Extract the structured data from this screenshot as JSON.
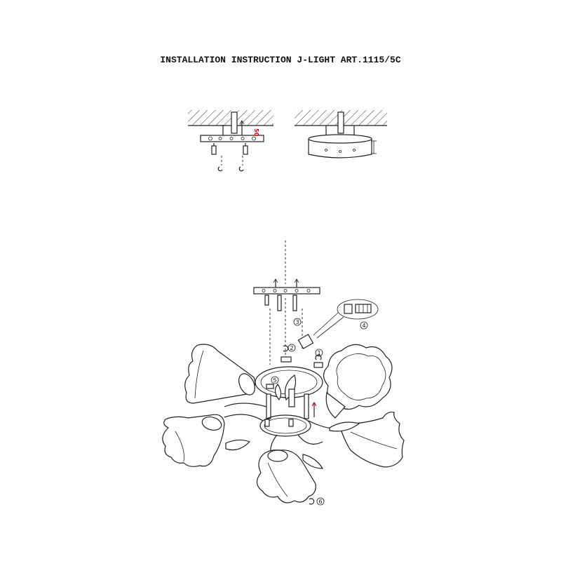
{
  "title": "INSTALLATION INSTRUCTION J-LIGHT ART.1115/5C",
  "mount_dimension_label": "50",
  "step_labels": [
    "1",
    "2",
    "3",
    "4",
    "5",
    "6"
  ],
  "colors": {
    "line": "#222222",
    "accent": "#dd0000",
    "background": "#ffffff"
  }
}
